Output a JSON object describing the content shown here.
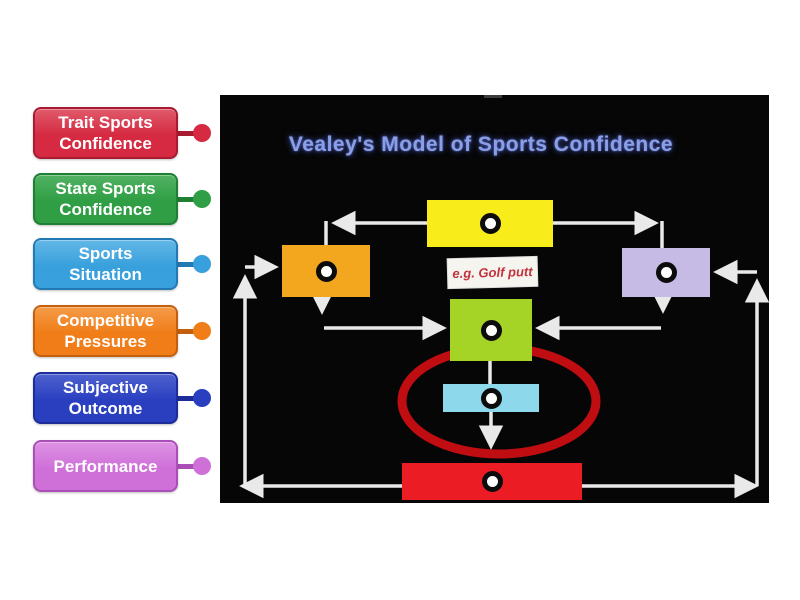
{
  "labels": [
    {
      "text": "Trait Sports Confidence",
      "fill": "#d52a42",
      "border": "#a81b31",
      "light": "#e05a6b"
    },
    {
      "text": "State Sports Confidence",
      "fill": "#2f9e44",
      "border": "#1f7f33",
      "light": "#52b263"
    },
    {
      "text": "Sports Situation",
      "fill": "#38a0dc",
      "border": "#2379b3",
      "light": "#62b7e6"
    },
    {
      "text": "Competitive Pressures",
      "fill": "#f07d17",
      "border": "#c4600c",
      "light": "#f59b48"
    },
    {
      "text": "Subjective Outcome",
      "fill": "#2a3fc0",
      "border": "#1d2c99",
      "light": "#4e61cf"
    },
    {
      "text": "Performance",
      "fill": "#cf70d9",
      "border": "#aa4fb6",
      "light": "#dd92e4"
    }
  ],
  "diagram": {
    "title": "Vealey's Model of Sports Confidence",
    "title_color": "#8b9fe6",
    "background": "#060606",
    "arrow_color": "#e9e9e9",
    "ellipse_color": "#c00d12",
    "note": {
      "text": "e.g. Golf putt",
      "bg": "#f6f4ef",
      "color": "#c2333e"
    },
    "boxes": [
      {
        "id": "top-center",
        "fill": "#f8ec1a"
      },
      {
        "id": "mid-left",
        "fill": "#f2a71f"
      },
      {
        "id": "mid-right",
        "fill": "#c5bbe4"
      },
      {
        "id": "center",
        "fill": "#a6d426"
      },
      {
        "id": "lower-center",
        "fill": "#8ed8ec"
      },
      {
        "id": "bottom",
        "fill": "#ec1c24"
      }
    ]
  }
}
